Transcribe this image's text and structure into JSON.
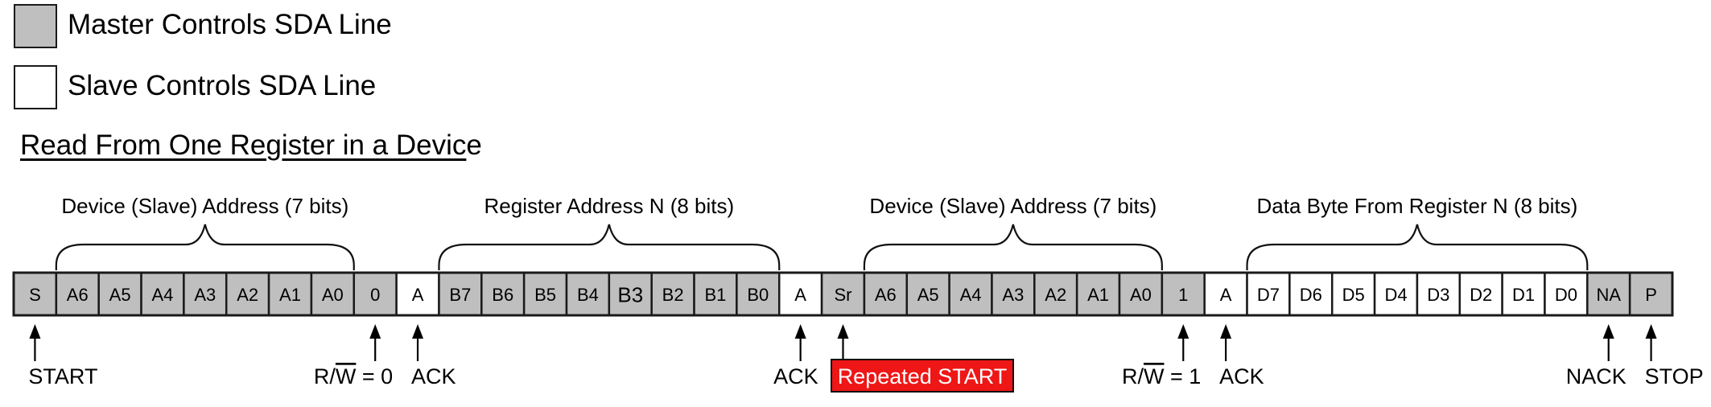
{
  "legend": [
    {
      "label": "Master Controls SDA Line",
      "fill": "#bfbfbf"
    },
    {
      "label": "Slave Controls SDA Line",
      "fill": "#ffffff"
    }
  ],
  "title": {
    "underlined": "Read From One Register in a Devic",
    "rest": "e"
  },
  "colors": {
    "master": "#bfbfbf",
    "slave": "#ffffff",
    "border": "#1a1a1a",
    "highlight": "#ee1616"
  },
  "cells": [
    {
      "label": "S",
      "owner": "master"
    },
    {
      "label": "A6",
      "owner": "master"
    },
    {
      "label": "A5",
      "owner": "master"
    },
    {
      "label": "A4",
      "owner": "master"
    },
    {
      "label": "A3",
      "owner": "master"
    },
    {
      "label": "A2",
      "owner": "master"
    },
    {
      "label": "A1",
      "owner": "master"
    },
    {
      "label": "A0",
      "owner": "master"
    },
    {
      "label": "0",
      "owner": "master"
    },
    {
      "label": "A",
      "owner": "slave"
    },
    {
      "label": "B7",
      "owner": "master"
    },
    {
      "label": "B6",
      "owner": "master"
    },
    {
      "label": "B5",
      "owner": "master"
    },
    {
      "label": "B4",
      "owner": "master"
    },
    {
      "label": "B3",
      "owner": "master",
      "emphasis": true
    },
    {
      "label": "B2",
      "owner": "master"
    },
    {
      "label": "B1",
      "owner": "master"
    },
    {
      "label": "B0",
      "owner": "master"
    },
    {
      "label": "A",
      "owner": "slave"
    },
    {
      "label": "Sr",
      "owner": "master"
    },
    {
      "label": "A6",
      "owner": "master"
    },
    {
      "label": "A5",
      "owner": "master"
    },
    {
      "label": "A4",
      "owner": "master"
    },
    {
      "label": "A3",
      "owner": "master"
    },
    {
      "label": "A2",
      "owner": "master"
    },
    {
      "label": "A1",
      "owner": "master"
    },
    {
      "label": "A0",
      "owner": "master"
    },
    {
      "label": "1",
      "owner": "master"
    },
    {
      "label": "A",
      "owner": "slave"
    },
    {
      "label": "D7",
      "owner": "slave"
    },
    {
      "label": "D6",
      "owner": "slave"
    },
    {
      "label": "D5",
      "owner": "slave"
    },
    {
      "label": "D4",
      "owner": "slave"
    },
    {
      "label": "D3",
      "owner": "slave"
    },
    {
      "label": "D2",
      "owner": "slave"
    },
    {
      "label": "D1",
      "owner": "slave"
    },
    {
      "label": "D0",
      "owner": "slave"
    },
    {
      "label": "NA",
      "owner": "master"
    },
    {
      "label": "P",
      "owner": "master"
    }
  ],
  "groups": [
    {
      "label": "Device (Slave) Address (7 bits)",
      "from_cell": 1,
      "to_cell": 7
    },
    {
      "label": "Register Address N (8 bits)",
      "from_cell": 10,
      "to_cell": 17
    },
    {
      "label": "Device (Slave) Address (7 bits)",
      "from_cell": 20,
      "to_cell": 26
    },
    {
      "label": "Data Byte From Register N (8 bits)",
      "from_cell": 29,
      "to_cell": 36
    }
  ],
  "markers": [
    {
      "cell": 0,
      "label": "START",
      "align": "start"
    },
    {
      "cell": 8,
      "label": "R/W̅ = 0",
      "rw": true,
      "value": "0",
      "align": "end"
    },
    {
      "cell": 9,
      "label": "ACK",
      "align": "start"
    },
    {
      "cell": 18,
      "label": "ACK",
      "align": "end"
    },
    {
      "cell": 19,
      "label": "Repeated START",
      "highlight": true
    },
    {
      "cell": 27,
      "label": "R/W̅ = 1",
      "rw": true,
      "value": "1",
      "align": "end"
    },
    {
      "cell": 28,
      "label": "ACK",
      "align": "start"
    },
    {
      "cell": 37,
      "label": "NACK",
      "align": "end"
    },
    {
      "cell": 38,
      "label": "STOP",
      "align": "start"
    }
  ]
}
